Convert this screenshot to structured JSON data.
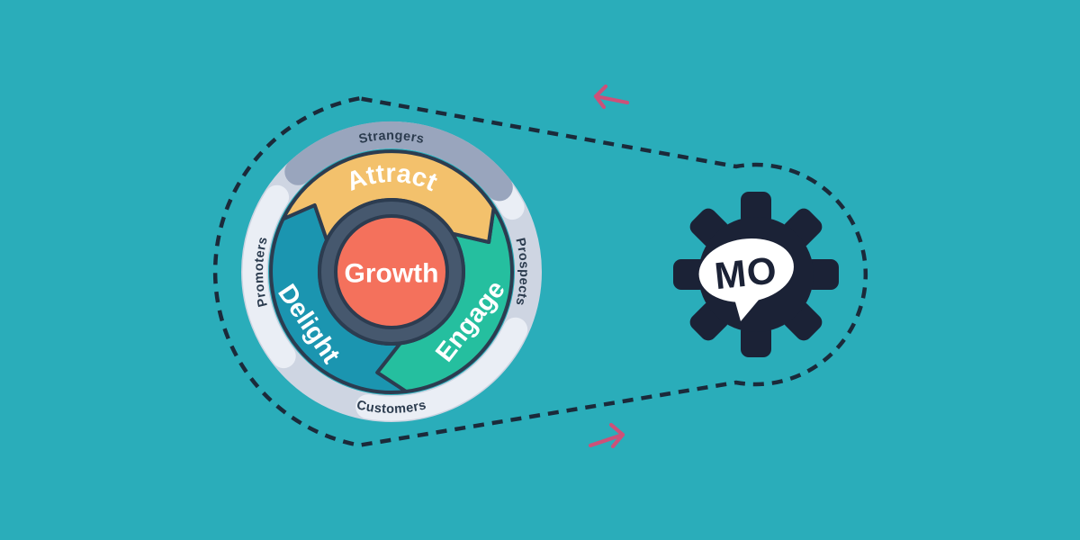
{
  "background_color": "#2aadba",
  "loop": {
    "dash_color": "#1b2a3a",
    "arrow_color": "#cc5179",
    "arrows": [
      {
        "name": "top-arrow",
        "direction": "left"
      },
      {
        "name": "bottom-arrow",
        "direction": "right"
      }
    ]
  },
  "flywheel": {
    "center_label": "Growth",
    "center_color": "#f4715c",
    "inner_ring_color": "#46586e",
    "outline_color": "#2c3c50",
    "outer_ring_base_color": "#ced5e2",
    "outer_ring_highlight_color": "#eaeef5",
    "outer_ring_top_arc_color": "#99a5bd",
    "label_color": "#2b3b4e",
    "segments": [
      {
        "label": "Attract",
        "color": "#f3c16c"
      },
      {
        "label": "Engage",
        "color": "#25bf9f"
      },
      {
        "label": "Delight",
        "color": "#1b95b0"
      }
    ],
    "ring_labels": [
      {
        "label": "Strangers",
        "position": "top"
      },
      {
        "label": "Prospects",
        "position": "right"
      },
      {
        "label": "Customers",
        "position": "bottom"
      },
      {
        "label": "Promoters",
        "position": "left"
      }
    ]
  },
  "gear": {
    "color": "#1b2236",
    "bubble_color": "#ffffff",
    "logo_text": "MO"
  }
}
